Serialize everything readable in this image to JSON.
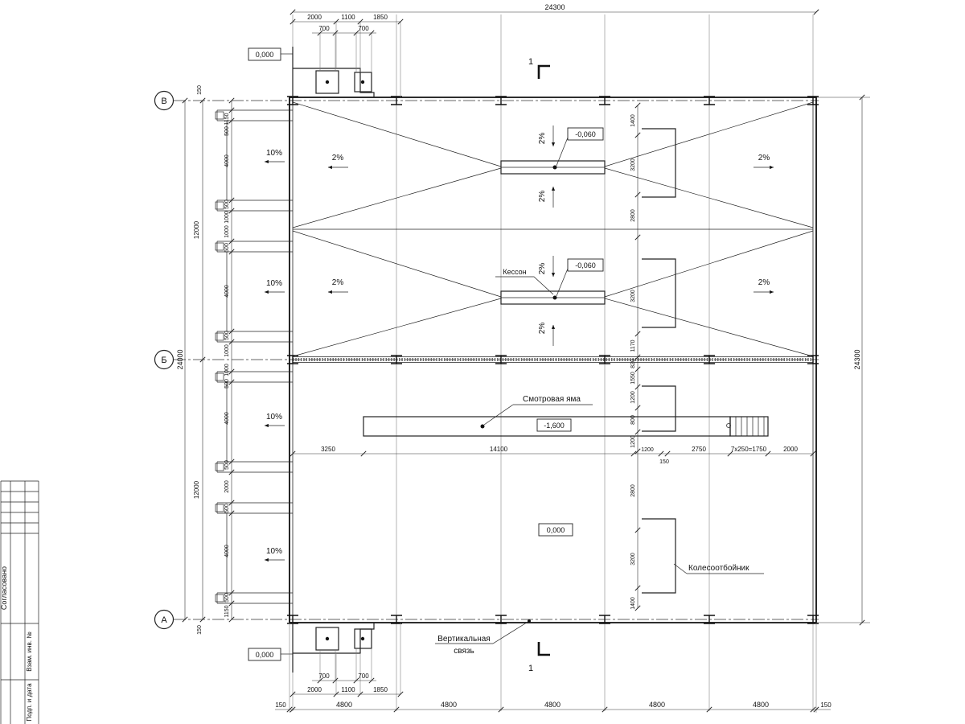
{
  "axes": {
    "v": "В",
    "b": "Б",
    "a": "А"
  },
  "section_mark": "1",
  "elevations": {
    "zero": "0,000",
    "minus060": "-0,060",
    "minus1600": "-1,600"
  },
  "labels": {
    "kesson": "Кессон",
    "pit": "Смотровая яма",
    "vertical_brace_1": "Вертикальная",
    "vertical_brace_2": "связь",
    "wheel_guard": "Колесоотбойник"
  },
  "slopes": {
    "ten": "10%",
    "two": "2%"
  },
  "titleblock": {
    "agreed": "Согласовано",
    "vzam": "Взам. инв. №",
    "podp": "Подп. и дата"
  },
  "dims": {
    "top_overall": "24300",
    "right_overall": "24300",
    "left_total": "24000",
    "left_half": "12000",
    "edge": "150",
    "bolt": "700",
    "top_chain": [
      "2000",
      "1100",
      "1850"
    ],
    "bottom_chain": [
      "2000",
      "1100",
      "1850"
    ],
    "bottom_cols": [
      "150",
      "4800",
      "4800",
      "4800",
      "4800",
      "4800",
      "150"
    ],
    "left_chain": [
      "1150",
      "500",
      "4000",
      "500",
      "1000",
      "1000",
      "500",
      "4000",
      "500",
      "1000",
      "1000",
      "500",
      "4000",
      "500",
      "2000",
      "500",
      "4000",
      "500",
      "1150"
    ],
    "right_inner": [
      "1400",
      "3200",
      "2800",
      "3200",
      "1170",
      "820",
      "1550",
      "1200",
      "800",
      "1200",
      "2800",
      "3200",
      "1400"
    ],
    "pit_chain": [
      "3250",
      "14100",
      "1200",
      "150",
      "2750",
      "7х250=1750",
      "2000"
    ]
  }
}
